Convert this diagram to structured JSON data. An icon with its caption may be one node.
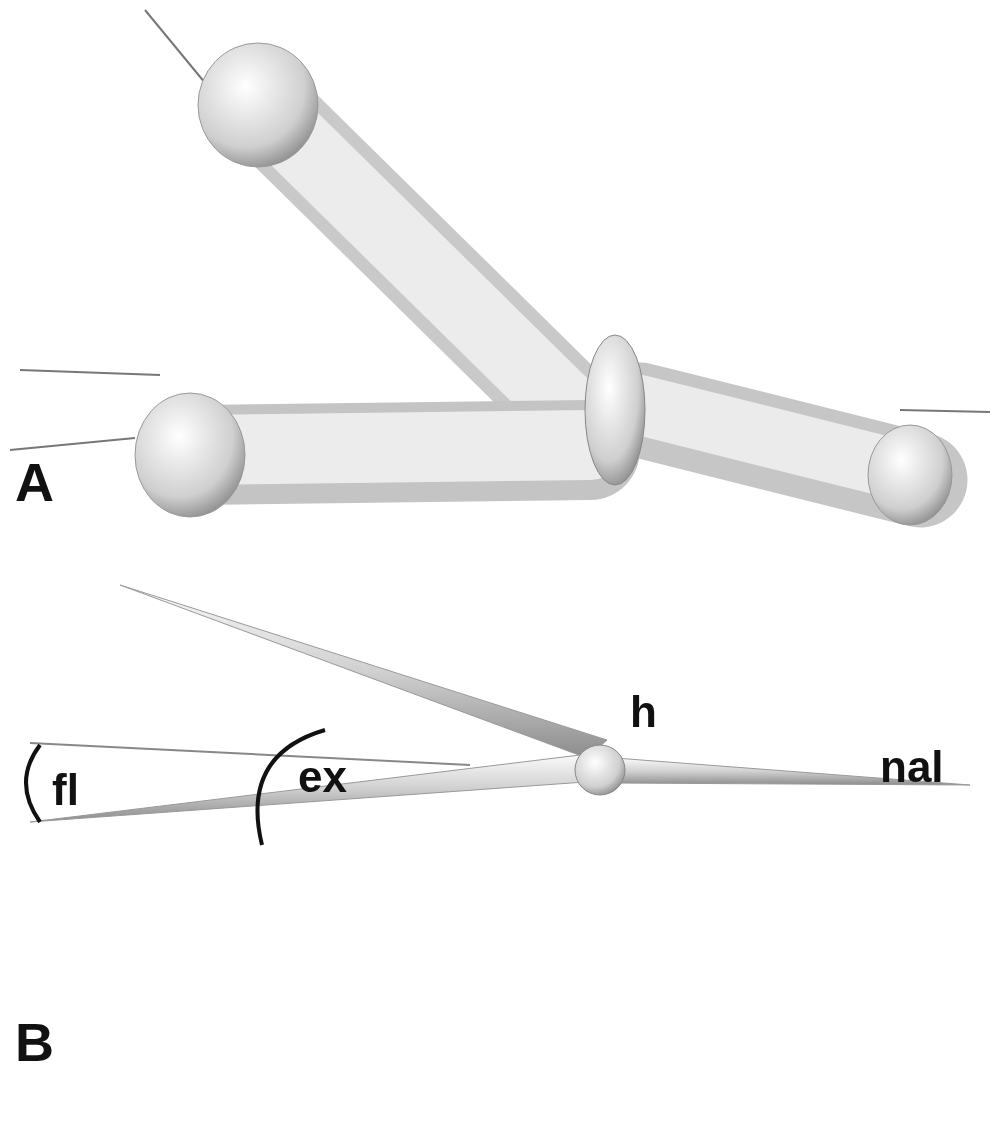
{
  "diagram": {
    "labels": [
      "A",
      "ex",
      "h",
      "nal",
      "fl",
      "B"
    ]
  }
}
